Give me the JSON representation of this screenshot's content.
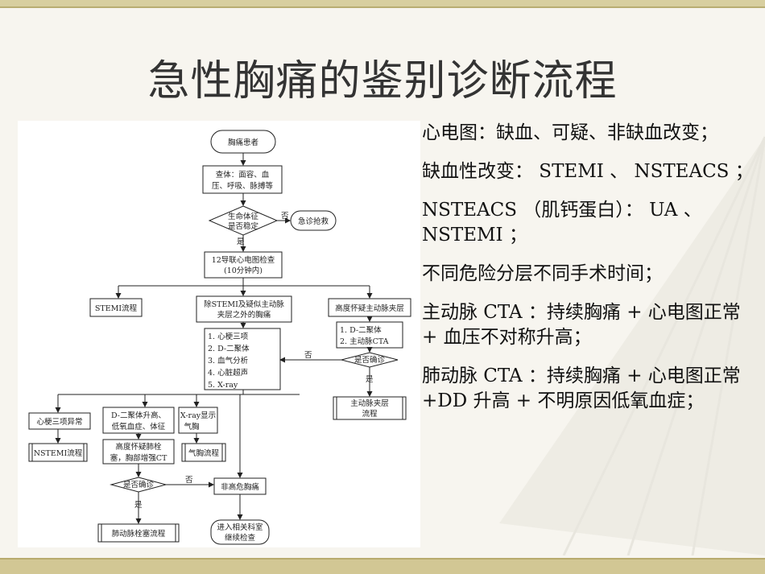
{
  "title": "急性胸痛的鉴别诊断流程",
  "flowchart": {
    "start": "胸痛患者",
    "exam": [
      "查体：面容、血",
      "压、呼吸、脉搏等"
    ],
    "vital_q": [
      "生命体征",
      "是否稳定"
    ],
    "no1": "否",
    "emergency": "急诊抢救",
    "yes1": "是",
    "ecg": [
      "12导联心电图检查",
      "(10分钟内)"
    ],
    "stemi_flow": "STEMI流程",
    "exclude": [
      "除STEMI及疑似主动脉",
      "夹层之外的胸痛"
    ],
    "suspect_aortic": "高度怀疑主动脉夹层",
    "tests": [
      "1. 心梗三项",
      "2. D-二聚体",
      "3. 血气分析",
      "4. 心脏超声",
      "5. X-ray"
    ],
    "aortic_tests": [
      "1. D-二聚体",
      "2. 主动脉CTA"
    ],
    "confirm_q1": "是否确诊",
    "no2": "否",
    "yes2": "是",
    "aortic_flow": [
      "主动脉夹层",
      "流程"
    ],
    "mi_abnormal": "心梗三项异常",
    "ddimer": [
      "D-二聚体升高、",
      "低氧血症、体征"
    ],
    "xray": [
      "X-ray显示",
      "气胸"
    ],
    "nstemi_flow": "NSTEMI流程",
    "pe_suspect": [
      "高度怀疑肺栓",
      "塞，胸部增强CT"
    ],
    "ptx_flow": "气胸流程",
    "confirm_q2": "是否确诊",
    "no3": "否",
    "yes3": "是",
    "low_risk": "非高危胸痛",
    "pe_flow": "肺动脉栓塞流程",
    "further": [
      "进入相关科室",
      "继续检查"
    ]
  },
  "notes": [
    "心电图：缺血、可疑、非缺血改变；",
    "缺血性改变： STEMI 、 NSTEACS ；",
    "NSTEACS （肌钙蛋白）： UA 、 NSTEMI ；",
    "不同危险分层不同手术时间；",
    "主动脉 CTA ：持续胸痛 + 心电图正常 + 血压不对称升高；",
    "肺动脉 CTA ：持续胸痛 + 心电图正常 +DD 升高 + 不明原因低氧血症；"
  ]
}
